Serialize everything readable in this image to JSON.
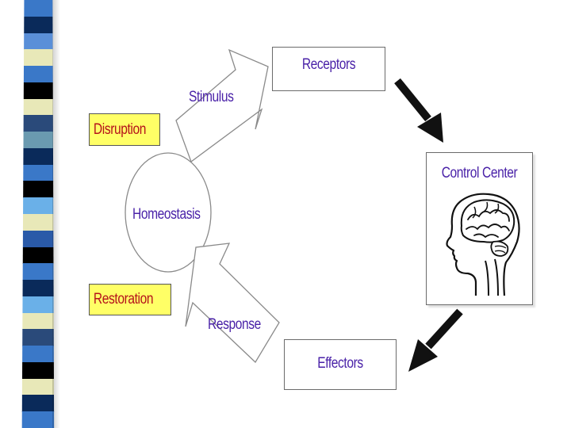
{
  "nodes": {
    "receptors": "Receptors",
    "control_center": "Control Center",
    "effectors": "Effectors",
    "homeostasis": "Homeostasis"
  },
  "arrow_labels": {
    "stimulus": "Stimulus",
    "response": "Response"
  },
  "tags": {
    "disruption": "Disruption",
    "restoration": "Restoration"
  },
  "colors": {
    "label_text": "#4a22a8",
    "tag_text": "#b5121b",
    "tag_fill": "#ffff66",
    "arrow_fill": "#111111",
    "strip_bands": [
      "#3a78c8",
      "#0a2a5a",
      "#5a8fd8",
      "#e8e8b8",
      "#3a78c8",
      "#000000",
      "#e8e8b8",
      "#2a4a7a",
      "#6a9ab0",
      "#0a2a5a",
      "#3a78c8",
      "#000000",
      "#6ab0e8",
      "#e8e8b8",
      "#2a5aa8",
      "#000000",
      "#3a78c8",
      "#0a2a5a",
      "#6ab0e8",
      "#e8e8b8",
      "#2a4a7a",
      "#3a78c8",
      "#000000",
      "#e8e8b8",
      "#0a2a5a",
      "#3a78c8"
    ]
  },
  "icons": {
    "brain": "head-brain-icon"
  }
}
